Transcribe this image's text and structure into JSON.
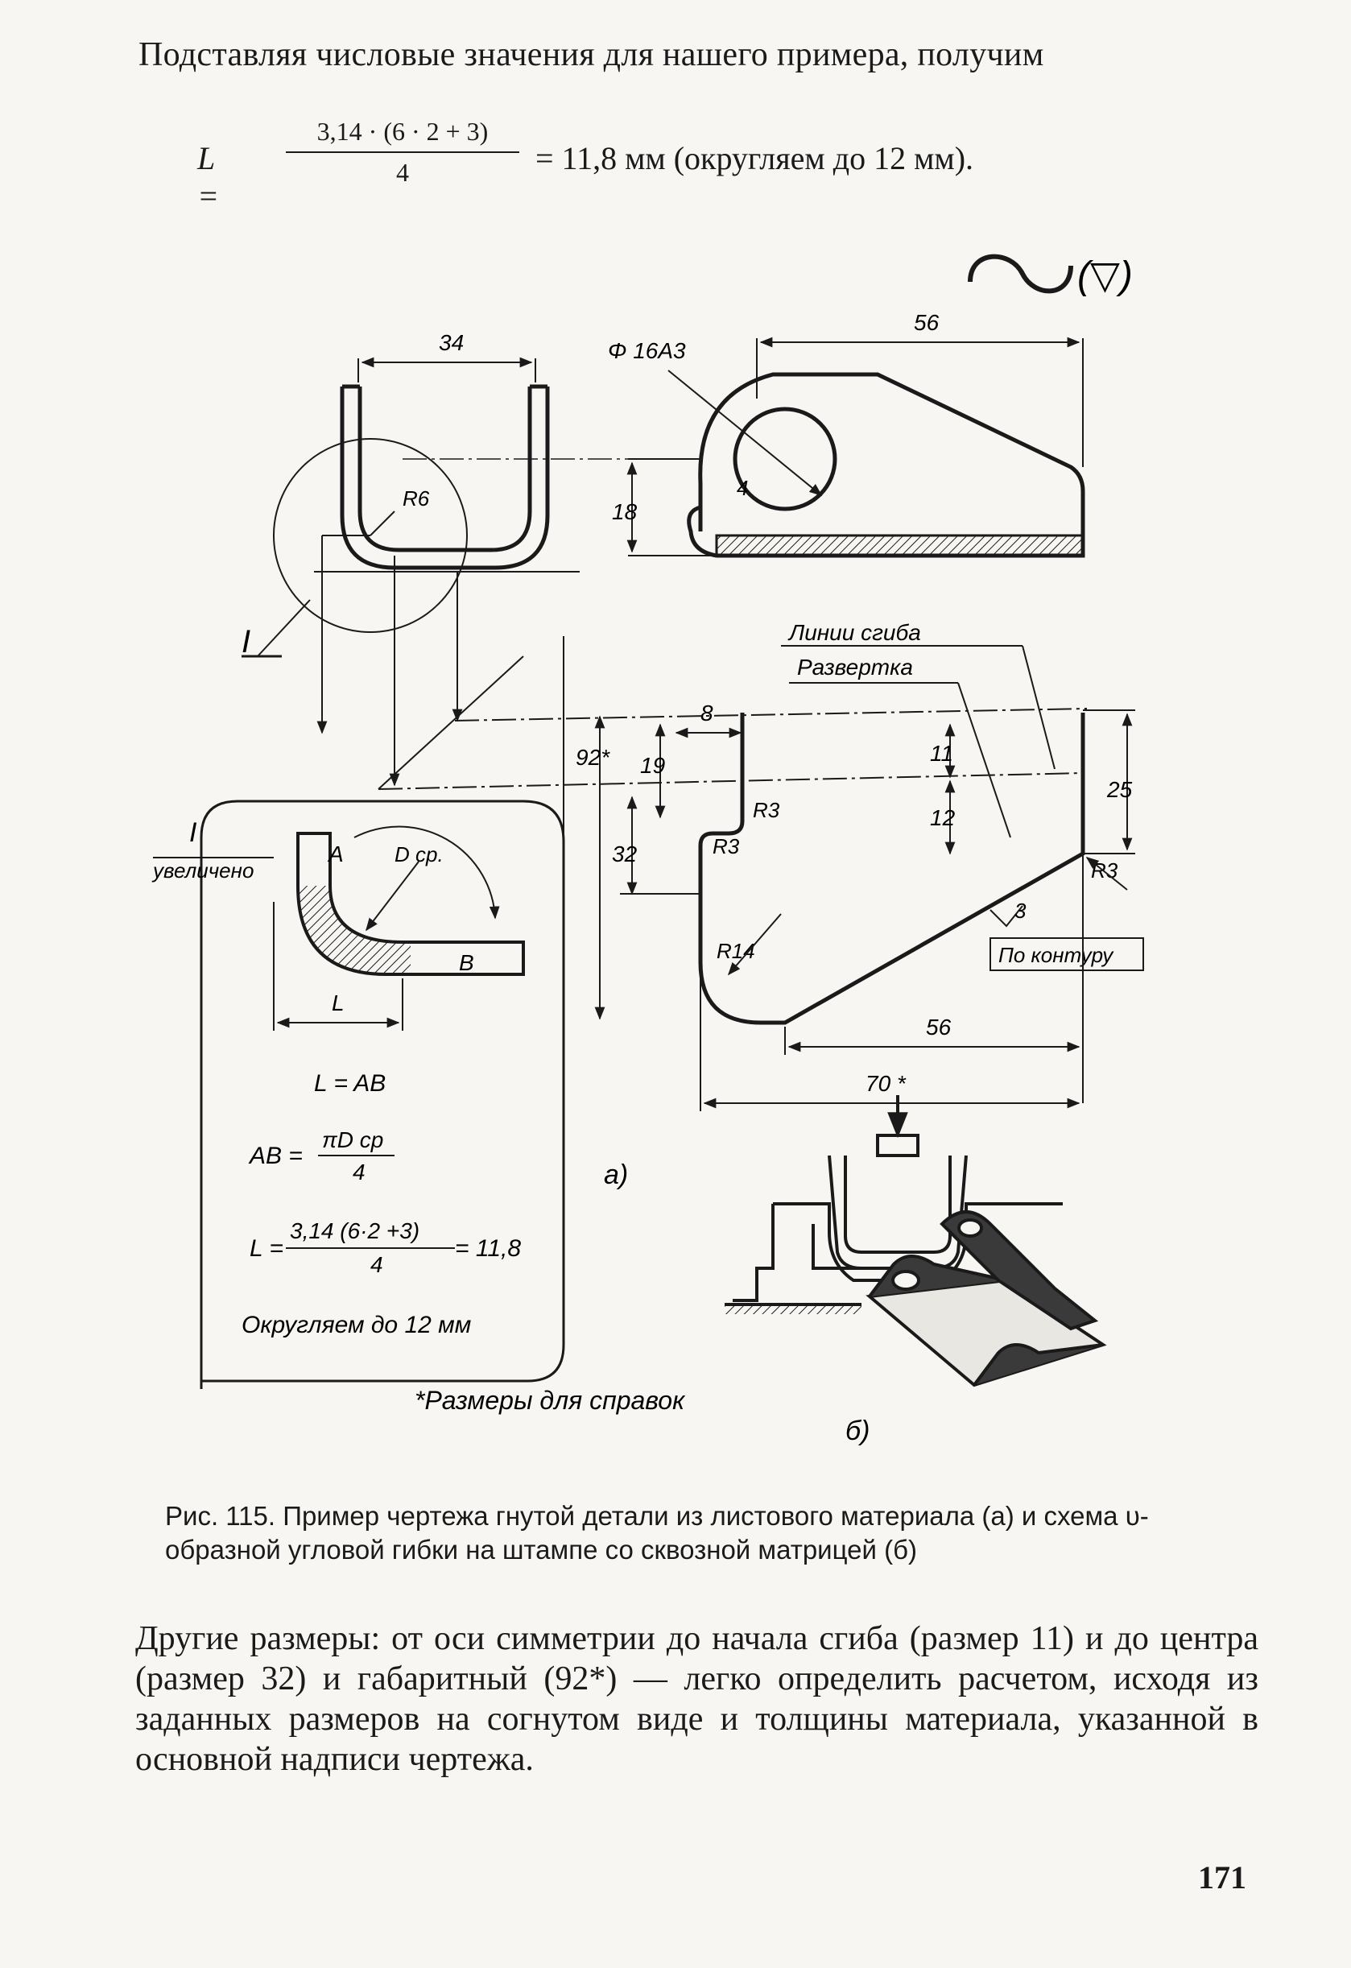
{
  "intro_text": "Подставляя числовые значения для нашего примера, получим",
  "formula": {
    "lhs": "L =",
    "numerator": "3,14 · (6 · 2 + 3)",
    "denominator": "4",
    "rhs": "= 11,8 мм (округляем до 12 мм)."
  },
  "drawing": {
    "roughness_symbol": "(▽)",
    "dim_34": "34",
    "dim_56_top": "56",
    "hole_label": "Φ 16А3",
    "radius_r6": "R6",
    "finish_4": "4",
    "dim_18": "18",
    "view_label": "I",
    "label_bend_lines": "Линии сгиба",
    "label_development": "Развертка",
    "dim_92": "92*",
    "dim_19": "19",
    "dim_8": "8",
    "dim_32": "32",
    "dim_11": "11",
    "dim_12": "12",
    "dim_25": "25",
    "radius_r3_a": "R3",
    "radius_r3_b": "R3",
    "radius_r3_c": "R3",
    "radius_r14": "R14",
    "finish_3": "3",
    "label_contour": "По контуру",
    "dim_56_bottom": "56",
    "dim_70": "70 *",
    "detail_title": "I",
    "detail_enlarged": "увеличено",
    "detail_a": "A",
    "detail_b": "B",
    "detail_dcp": "D ср.",
    "detail_l": "L",
    "eq1": "L = AB",
    "eq2_lhs": "AB =",
    "eq2_num": "πD ср",
    "eq2_den": "4",
    "eq3_lhs": "L =",
    "eq3_num": "3,14 (6·2 +3)",
    "eq3_den": "4",
    "eq3_rhs": "= 11,8",
    "round_note": "Округляем до 12 мм",
    "label_a": "а)",
    "label_b": "б)",
    "reference_note": "*Размеры для справок"
  },
  "caption": "Рис. 115. Пример чертежа гнутой детали из листового материала (а) и схема υ-образной угловой гибки на штампе со сквозной матрицей (б)",
  "body_text": "Другие размеры: от оси симметрии до начала сгиба (размер 11) и до центра (размер 32) и габаритный (92*) — легко определить расчетом, исходя из заданных размеров на согнутом виде и толщины материала, указанной в основной надписи чертежа.",
  "page_number": "171"
}
